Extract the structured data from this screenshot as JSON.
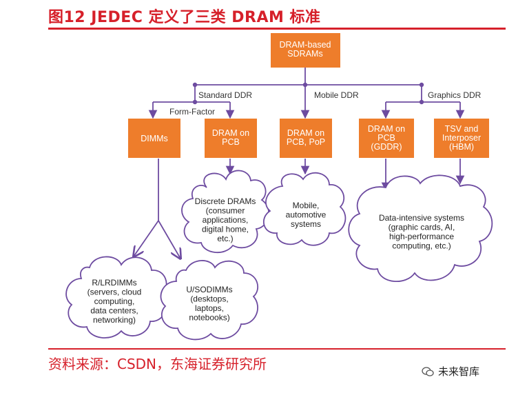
{
  "header": {
    "title": "图12  JEDEC 定义了三类 DRAM 标准"
  },
  "diagram": {
    "root": [
      "DRAM-based",
      "SDRAMs"
    ],
    "branches": {
      "standard": "Standard DDR",
      "mobile": "Mobile DDR",
      "graphics": "Graphics DDR",
      "form_factor": "Form-Factor"
    },
    "boxes": {
      "dimms": [
        "DIMMs"
      ],
      "dram_on_pcb": [
        "DRAM on",
        "PCB"
      ],
      "dram_on_pcb_pop": [
        "DRAM on",
        "PCB, PoP"
      ],
      "dram_on_pcb_gddr": [
        "DRAM on",
        "PCB",
        "(GDDR)"
      ],
      "tsv_hbm": [
        "TSV and",
        "Interposer",
        "(HBM)"
      ]
    },
    "clouds": {
      "discrete": [
        "Discrete DRAMs",
        "(consumer",
        "applications,",
        "digital home,",
        "etc.)"
      ],
      "mobile": [
        "Mobile,",
        "automotive",
        "systems"
      ],
      "data_intensive": [
        "Data-intensive systems",
        "(graphic cards, AI,",
        "high-performance",
        "computing, etc.)"
      ],
      "rlrdimms": [
        "R/LRDIMMs",
        "(servers, cloud",
        "computing,",
        "data centers,",
        "networking)"
      ],
      "usodimms": [
        "U/SODIMMs",
        "(desktops,",
        "laptops,",
        "notebooks)"
      ]
    },
    "colors": {
      "box_fill": "#ee7d2b",
      "line": "#6d4ba0",
      "title_red": "#d6202a"
    }
  },
  "footer": {
    "source": "资料来源：CSDN，东海证券研究所",
    "watermark": "未来智库"
  }
}
